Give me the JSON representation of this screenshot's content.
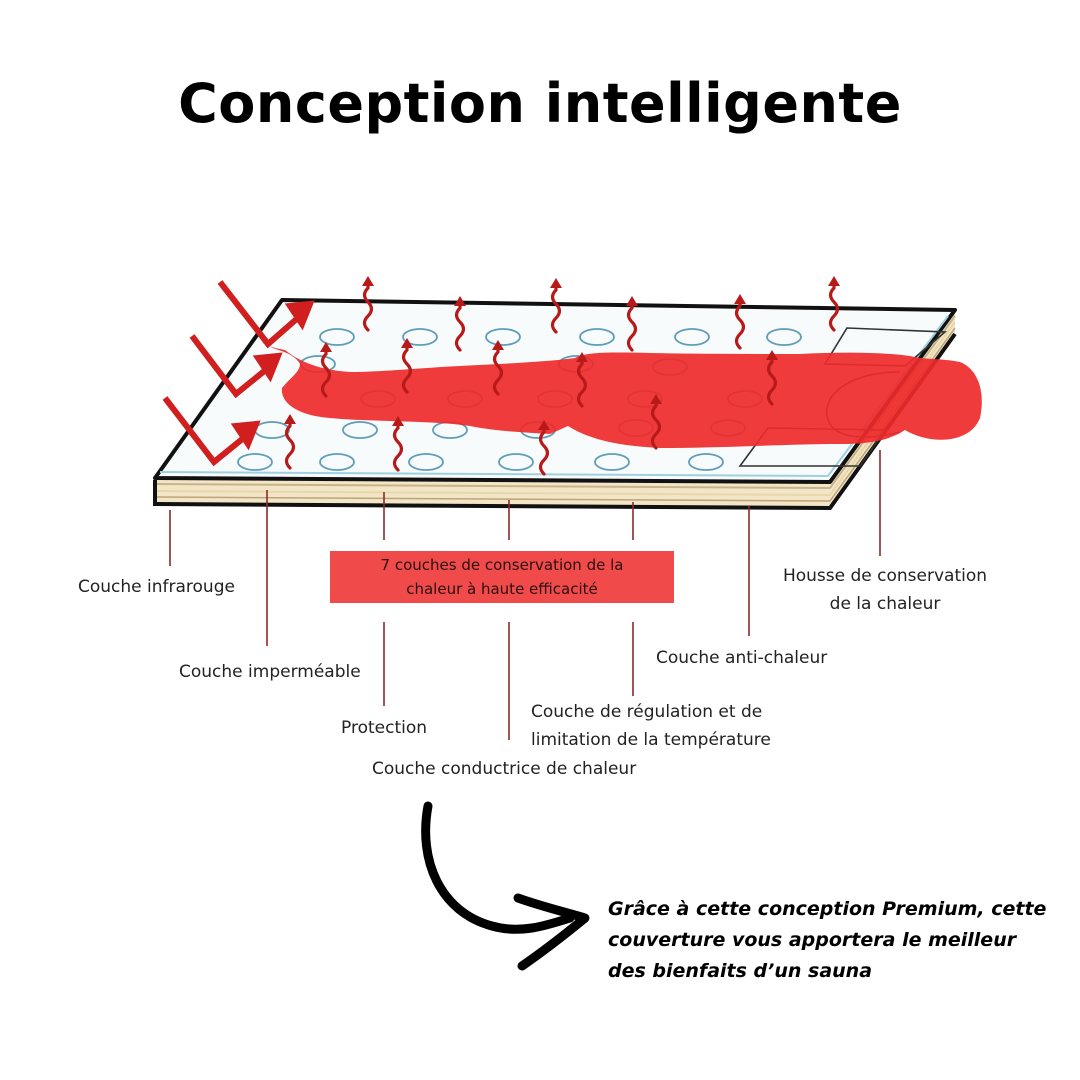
{
  "title": "Conception intelligente",
  "banner": {
    "line1": "7 couches de conservation de la",
    "line2": "chaleur à haute efficacité"
  },
  "labels": {
    "infrared": "Couche infrarouge",
    "waterproof": "Couche imperméable",
    "protection": "Protection",
    "conductive": "Couche conductrice de chaleur",
    "regulation_line1": "Couche de régulation et de",
    "regulation_line2": "limitation de la température",
    "anti_heat": "Couche anti-chaleur",
    "cover_line1": "Housse de conservation",
    "cover_line2": "de la chaleur"
  },
  "note": {
    "line1": "Grâce à cette conception Premium, cette",
    "line2": "couverture vous apportera le meilleur",
    "line3": "des bienfaits d’un sauna"
  },
  "colors": {
    "accent_red": "#f04a4a",
    "body_red": "#ee2a2a",
    "arrow_red": "#d11f1f",
    "leader": "#8a2a2a",
    "text": "#222222"
  },
  "icons": [
    "heat-wave-arrow-icon",
    "incoming-heat-arrow-icon",
    "curved-arrow-icon"
  ]
}
